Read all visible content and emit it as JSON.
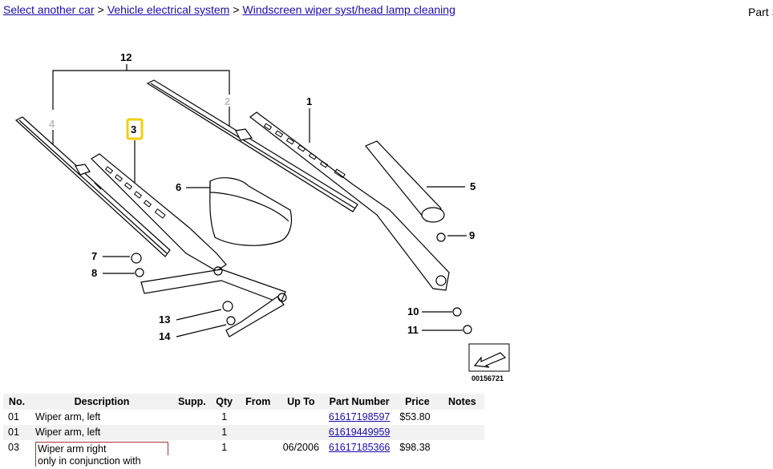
{
  "breadcrumb": {
    "items": [
      "Select another car",
      "Vehicle electrical system",
      "Windscreen wiper syst/head lamp cleaning"
    ],
    "separator": ">"
  },
  "header_right_text": "Part S",
  "diagram": {
    "callouts": [
      "12",
      "2",
      "1",
      "4",
      "3",
      "6",
      "5",
      "7",
      "8",
      "9",
      "10",
      "11",
      "13",
      "14"
    ],
    "selected_callout": "3",
    "highlight_color": "#f2cf10",
    "image_id": "00156721"
  },
  "table": {
    "headers": [
      "No.",
      "Description",
      "Supp.",
      "Qty",
      "From",
      "Up To",
      "Part Number",
      "Price",
      "Notes"
    ],
    "rows": [
      {
        "no": "01",
        "description": "Wiper arm, left",
        "supp": "",
        "qty": "1",
        "from": "",
        "upto": "",
        "part": "61617198597",
        "price": "$53.80",
        "notes": ""
      },
      {
        "no": "01",
        "description": "Wiper arm, left",
        "supp": "",
        "qty": "1",
        "from": "",
        "upto": "",
        "part": "61619449959",
        "price": "",
        "notes": ""
      },
      {
        "no": "03",
        "description": "Wiper arm right",
        "description2": "only in conjunction with",
        "supp": "",
        "qty": "1",
        "from": "",
        "upto": "06/2006",
        "part": "61617185366",
        "price": "$98.38",
        "notes": ""
      }
    ]
  }
}
